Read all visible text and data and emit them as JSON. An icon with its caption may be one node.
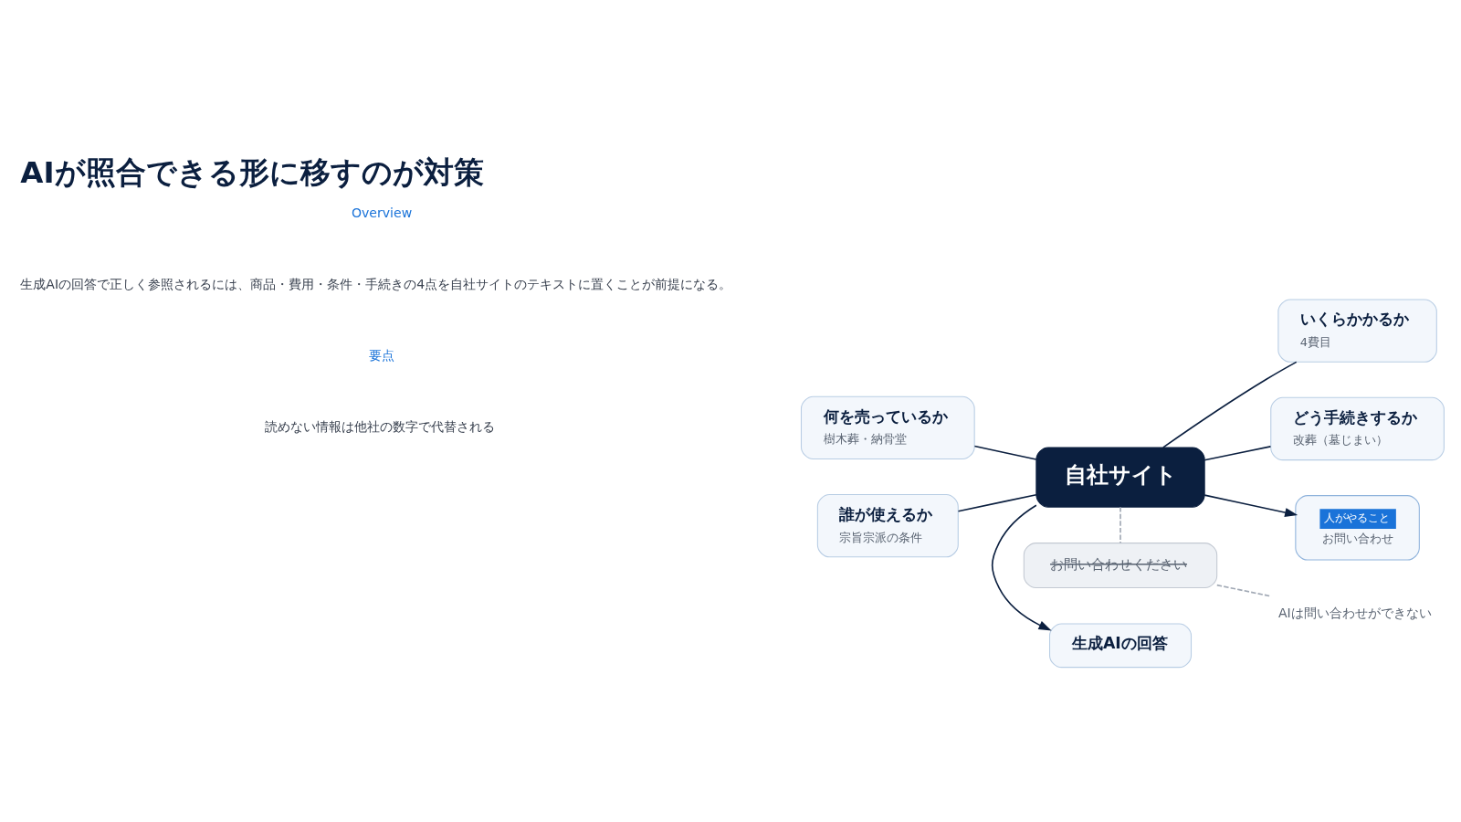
{
  "diagram": {
    "title": "AIが照合できる形に移すのが対策",
    "nodes": [
      {
        "text": [
          "生成AIの回答"
        ]
      },
      {
        "text": [
          "何を売っているか",
          "樹木葬・納骨堂"
        ]
      },
      {
        "text": [
          "いくらかかるか",
          "4費目"
        ]
      },
      {
        "text": [
          "自社サイト"
        ]
      },
      {
        "text": [
          "誰が使えるか",
          "宗旨宗派の条件"
        ]
      },
      {
        "text": [
          "どう手続きするか",
          "改葬（墓じまい）"
        ]
      },
      {
        "text": [
          "人がやること",
          "お問い合わせ"
        ]
      },
      {
        "text": [
          "お問い合わせください"
        ]
      },
      {
        "text": [
          "AIは問い合わせができない"
        ]
      }
    ],
    "edges": [
      {
        "from": 3,
        "to": 0,
        "arrow": "to"
      },
      {
        "from": 1,
        "to": 3,
        "arrow": "none"
      },
      {
        "from": 3,
        "to": 2,
        "arrow": "none"
      },
      {
        "from": 4,
        "to": 3,
        "arrow": "none"
      },
      {
        "from": 3,
        "to": 5,
        "arrow": "none"
      },
      {
        "from": 3,
        "to": 6,
        "arrow": "to"
      },
      {
        "from": 3,
        "to": 7,
        "arrow": "none",
        "style": "dashed",
        "color": "#a0a8b4"
      },
      {
        "from": 7,
        "to": 8,
        "arrow": "none",
        "style": "dashed",
        "color": "#a0a8b4"
      }
    ],
    "labels": [
      "Overview",
      "生成AIの回答で正しく参照されるには、商品・費用・条件・手続きの4点を自社サイトのテキストに置くことが前提になる。",
      "要点",
      "読めない情報は他社の数字で代替される"
    ]
  }
}
